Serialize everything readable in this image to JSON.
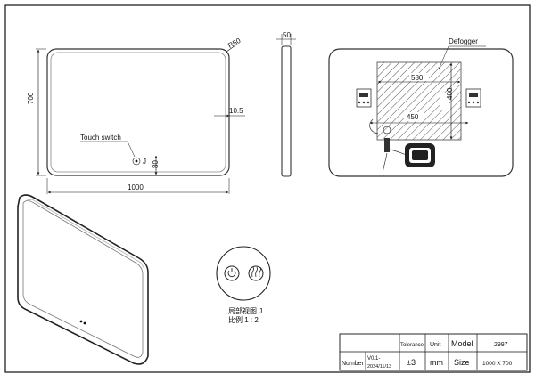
{
  "front_view": {
    "radius_label": "R50",
    "height_label": "700",
    "width_label": "1000",
    "frame_offset_label": "10.5",
    "touch_switch_label": "Touch switch",
    "switch_view_marker": "J",
    "switch_offset_label": "80"
  },
  "side_view": {
    "depth_label": "50"
  },
  "back_view": {
    "defogger_label": "Defogger",
    "defogger_width_label": "580",
    "defogger_height_label": "400",
    "bracket_spacing_label": "450"
  },
  "detail_view": {
    "title": "局部视图 J",
    "scale": "比例 1 : 2"
  },
  "title_block": {
    "tolerance_header": "Tolerance",
    "unit_header": "Unit",
    "model_label": "Model",
    "model_value": "2997",
    "number_label": "Number",
    "version_value": "V0.1-",
    "date_value": "2024/11/13",
    "tolerance_value": "±3",
    "unit_value": "mm",
    "size_label": "Size",
    "size_value": "1000 X 700"
  }
}
